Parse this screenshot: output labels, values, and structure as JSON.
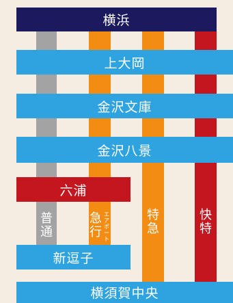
{
  "colors": {
    "background": "#f5ede2",
    "navy": "#1c1a5e",
    "blue": "#2ea3e0",
    "red": "#c3161f",
    "orange": "#f28c13",
    "gray": "#a3a3a3"
  },
  "stations": {
    "yokohama": "横浜",
    "kamiooka": "上大岡",
    "kanazawa_bunko": "金沢文庫",
    "kanazawa_hakkei": "金沢八景",
    "mutsuura": "六浦",
    "shinzushi": "新逗子",
    "yokosuka_chuo": "横須賀中央"
  },
  "services": {
    "local": "普通",
    "express": "急行",
    "airport": "エアポート",
    "limited_express": "特急",
    "rapid_limited_express": "快特"
  }
}
